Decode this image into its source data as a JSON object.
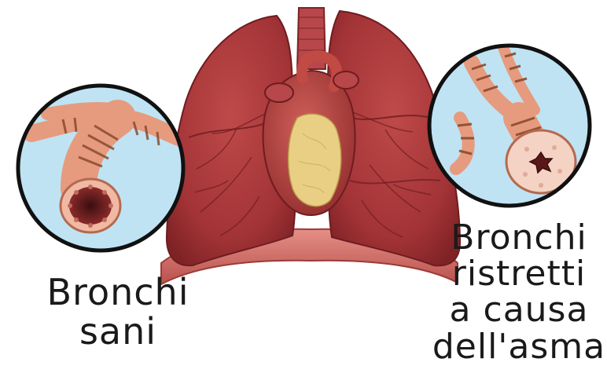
{
  "labels": {
    "healthy": {
      "line1": "Bronchi",
      "line2": "sani"
    },
    "asthma": {
      "line1": "Bronchi",
      "line2": "ristretti",
      "line3": "a causa",
      "line4": "dell'asma"
    }
  },
  "colors": {
    "lung": "#a7383a",
    "lung_shadow": "#7e2225",
    "heart": "#c24a44",
    "fat": "#e8cf84",
    "diaphragm": "#d06a63",
    "inset_background": "#bfe3f3",
    "inset_border": "#111111",
    "bronchus": "#e69b7e",
    "smooth_muscle": "#8a4a2e"
  },
  "icons": {
    "healthy_inset": "healthy-bronchus-illustration",
    "asthma_inset": "asthma-bronchus-illustration",
    "lungs": "lungs-and-heart-illustration"
  }
}
